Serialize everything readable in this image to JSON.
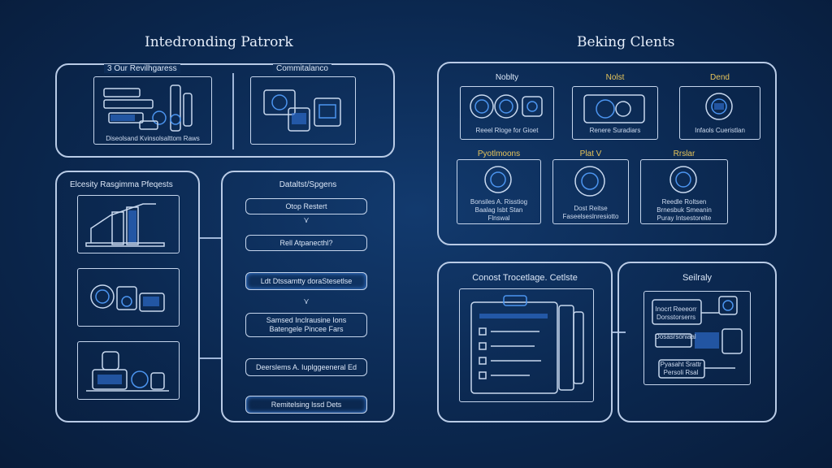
{
  "left": {
    "title": "Intedronding Patrork",
    "top_left_label": "3 Our Revilhgaress",
    "top_left_caption": "Diseolsand Kvinsolsalttom Raws",
    "top_right_label": "Commitalanco",
    "mid_left_label": "Elcesity Rasgimma Pfeqests",
    "flow_label": "Dataltst/Spgens",
    "flow_steps": [
      "Otop Restert",
      "Rell Atpanecthl?",
      "Ldt Dtssamtty doraStesetlse",
      "Samsed Inclrausine Ions\nBatengele Pincee Fars",
      "Deerslems A. Iuplggeeneral Ed",
      "Remitelsing lssd Dets"
    ]
  },
  "right": {
    "title": "Beking Clents",
    "cells": [
      {
        "label": "Noblty",
        "caption": "Reeel Rloge for Gioet",
        "gold": false
      },
      {
        "label": "Nolst",
        "caption": "Renere Suradiars",
        "gold": true
      },
      {
        "label": "Dend",
        "caption": "Infaols Cueristlan",
        "gold": true
      },
      {
        "label": "Pyotlmoons",
        "caption": "Bonsiles A. Risstiog\nBaalag Isbt Stan\nFlnswal",
        "gold": true
      },
      {
        "label": "Plat V",
        "caption": "Dost Reitse\nFaseelseslnresiotto",
        "gold": true
      },
      {
        "label": "Rrslar",
        "caption": "Reedle Roltsen\nBrnesbuk Smeanin\nPuray Intsestorelte",
        "gold": true
      }
    ],
    "bottom_left_label": "Conost Trocetlage. Cetlste",
    "bottom_right_label": "Seilraly",
    "bottom_right_notes": [
      "Inocrt Reeeorr",
      "Dorsstorserrs",
      "Dosasrsoniaal",
      "Pyasaht Srattr",
      "Persoli Rsal"
    ]
  }
}
